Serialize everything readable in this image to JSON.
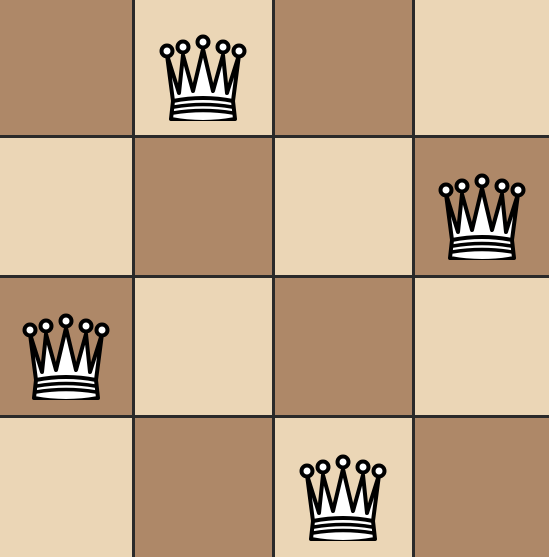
{
  "board": {
    "rows": 4,
    "cols": 4,
    "light_color": "#EBD6B6",
    "dark_color": "#AE8868",
    "grid_color": "#2A2A2A",
    "piece": "white-queen",
    "queens": [
      {
        "row": 0,
        "col": 1
      },
      {
        "row": 1,
        "col": 3
      },
      {
        "row": 2,
        "col": 0
      },
      {
        "row": 3,
        "col": 2
      }
    ]
  }
}
